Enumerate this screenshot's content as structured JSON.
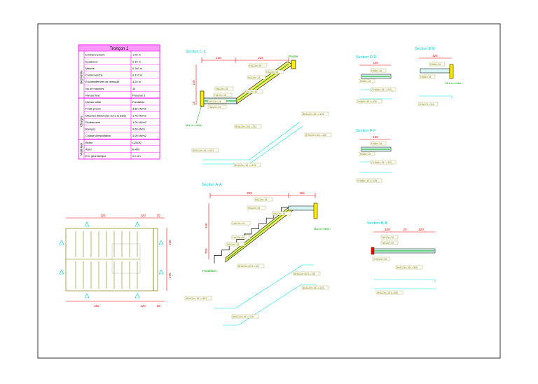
{
  "table": {
    "title": "Tronçon 1",
    "groups": [
      "Géométrie",
      "Charges",
      "Matériaux"
    ],
    "rows": [
      {
        "label": "Emmarchement",
        "value": "1.00 m"
      },
      {
        "label": "Epaisseur",
        "value": "0.15 m"
      },
      {
        "label": "Marche",
        "value": "0.280 m"
      },
      {
        "label": "Contremarche",
        "value": "0.170 m"
      },
      {
        "label": "Encorbellement de démoulé",
        "value": "3.20 m"
      },
      {
        "label": "Nb de marches",
        "value": "10"
      },
      {
        "label": "Niveau final",
        "value": "Plancher 1"
      },
      {
        "label": "Niveau initial",
        "value": "Fondation"
      },
      {
        "label": "Poids propre",
        "value": "3.68 kN/m2"
      },
      {
        "label": "Marches (Béton(né) avec la dalle)",
        "value": "1.78 kN/m2"
      },
      {
        "label": "Revêtement",
        "value": "1.00 kN/m2"
      },
      {
        "label": "Rampes",
        "value": "0.60 kN/m"
      },
      {
        "label": "Charge d'exploitation",
        "value": "3.00 kN/m2"
      },
      {
        "label": "Béton",
        "value": "C25/30"
      },
      {
        "label": "Acier",
        "value": "B-400"
      },
      {
        "label": "Enr. géométrique",
        "value": "2.0 cm"
      }
    ]
  },
  "sections": {
    "cc": "Section C-C",
    "dd": "Section D-D",
    "ee": "Section E-E",
    "ff": "Section F-F",
    "aa": "Section A-A",
    "bb": "Section B-B"
  },
  "labels": {
    "poutre": "Poutre",
    "mur_en_beton": "Mur en béton",
    "fondation": "Fondation"
  },
  "dimensions": {
    "cc_126": "126",
    "cc_224": "224",
    "cc_150": "150",
    "cc_15": "15",
    "dd_126": "126",
    "ee_126": "126",
    "ff_126": "126",
    "aa_252": "252",
    "aa_126": "126",
    "aa_100": "100",
    "aa_250": "250",
    "bb_120a": "120",
    "bb_20": "20",
    "bb_120b": "120",
    "plan_224": "224",
    "plan_120": "120",
    "plan_20": "20",
    "plan_252": "252",
    "plan_120b": "120",
    "plan_20b": "20",
    "plan_h1": "100",
    "plan_h2": "100"
  },
  "rebar": {
    "cc": [
      "HA12e=15",
      "HA12e=15",
      "HA12e=15",
      "HA12e=15",
      "HA12e=15",
      "HA12e=15",
      "HA12e=15",
      "HA12e=15"
    ],
    "cc_bottom": [
      "8HA12e=15 L=122",
      "8HA12e=15 L=126",
      "8HA12e=15 L=130",
      "8HA12e=15 L=201",
      "8HA12e=15 L=413"
    ],
    "dd": [
      "HA8e=18",
      "HA8e=18",
      "2 HA8e=15 L=120",
      "2HA8e=15 L=126"
    ],
    "ee": [
      "HA8e=18",
      "HA8e=18",
      "2HA12 L=110"
    ],
    "ff": [
      "HA8e=18",
      "HA8e=18",
      "2 HA8e=15 L=120",
      "2HA8e=15 L=126"
    ],
    "aa": [
      "HA12e=15",
      "HA12e=15",
      "HA12e=15",
      "HA12e=15",
      "HA12e=15",
      "HA12e=15"
    ],
    "aa_bottom": [
      "8HA12e=15 L=122",
      "8HA12e=15 L=130",
      "8HA12e=15 L=130",
      "8HA12e=15 L=302",
      "8HA12e=15 L=116"
    ],
    "bb": [
      "HA12e=15",
      "HA12e=15",
      "2HA12e=15",
      "8HA12e=15 L=300",
      "8HA12e=15 L=289"
    ]
  },
  "colors": {
    "frame": "#000000",
    "table_border": "#ff00ff",
    "table_head": "#ff99ff",
    "cyan": "#00e6e6",
    "red": "#ff0000",
    "green": "#00aa00",
    "yellow": "#ffee00",
    "olive": "#808000",
    "gray": "#9a9a9a"
  }
}
